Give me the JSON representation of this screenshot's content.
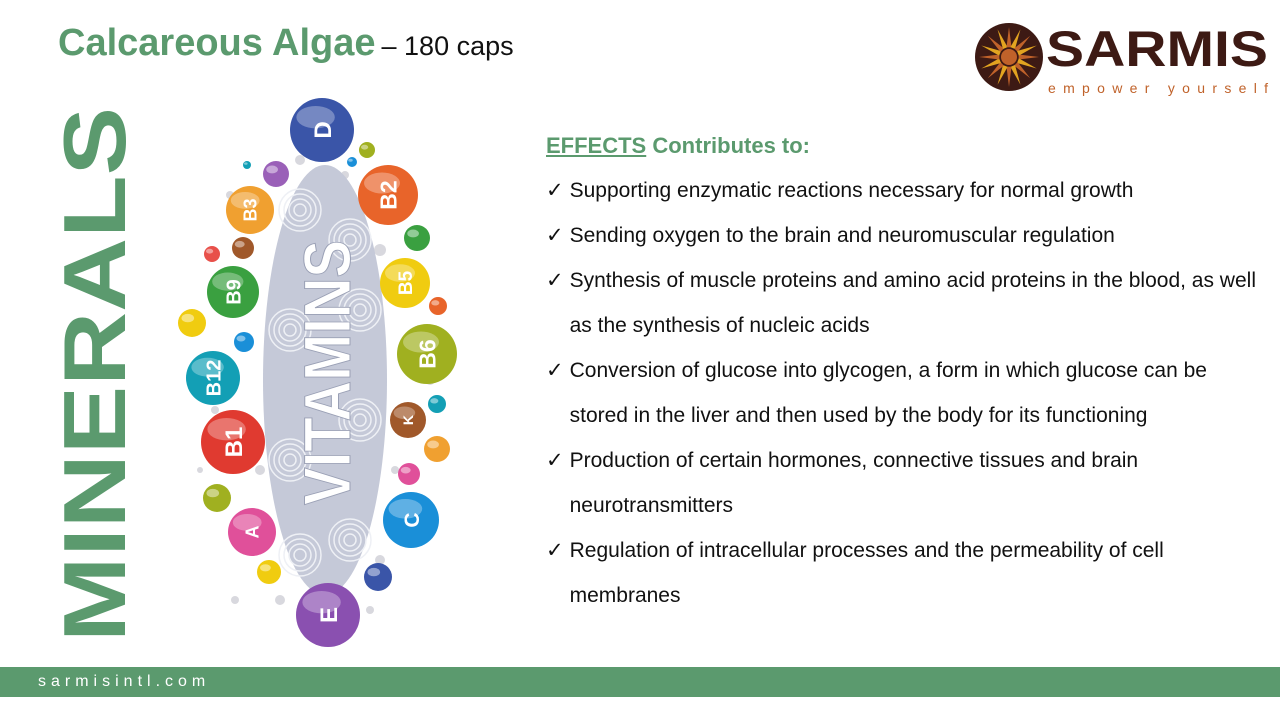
{
  "header": {
    "title": "Calcareous Algae",
    "subtitle": "– 180 caps"
  },
  "logo": {
    "brand": "SARMIS",
    "tagline": "empower yourself"
  },
  "side_label": "MINERALS",
  "illustration": {
    "center_label": "VITAMINS",
    "vitamins": [
      "D",
      "B2",
      "B3",
      "B9",
      "B5",
      "B12",
      "B6",
      "B1",
      "K",
      "C",
      "A",
      "E"
    ]
  },
  "effects": {
    "heading_underlined": "EFFECTS",
    "heading_rest": "Contributes to:",
    "check": "✓",
    "items": [
      "Supporting enzymatic reactions necessary for normal growth",
      "Sending oxygen to the brain and neuromuscular regulation",
      "Synthesis of muscle proteins and amino acid proteins in the blood, as well as the synthesis of nucleic acids",
      "Conversion of glucose into glycogen, a form in which glucose can be stored in the liver and then used by the body for its functioning",
      "Production of certain hormones, connective tissues and brain neurotransmitters",
      "Regulation of intracellular processes and the permeability of cell membranes"
    ]
  },
  "footer": {
    "url": "sarmisintl.com"
  },
  "colors": {
    "green": "#5b9a6e",
    "brown": "#3d1a14",
    "orange": "#c0622a"
  }
}
